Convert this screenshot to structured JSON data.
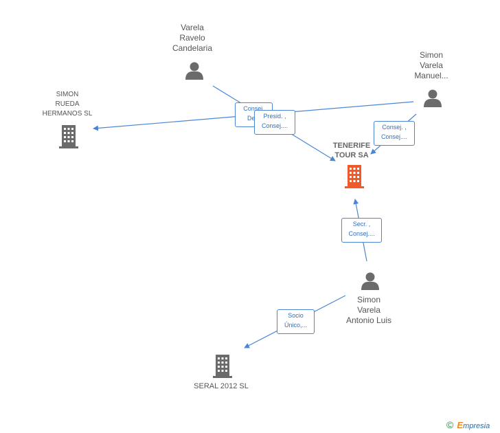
{
  "nodes": {
    "varela_ravelo": {
      "line1": "Varela",
      "line2": "Ravelo",
      "line3": "Candelaria"
    },
    "simon_varela_manuel": {
      "line1": "Simon",
      "line2": "Varela",
      "line3": "Manuel..."
    },
    "simon_rueda": {
      "line1": "SIMON",
      "line2": "RUEDA",
      "line3": "HERMANOS SL"
    },
    "tenerife_tour": {
      "line1": "TENERIFE",
      "line2": "TOUR SA"
    },
    "simon_varela_antonio": {
      "line1": "Simon",
      "line2": "Varela",
      "line3": "Antonio Luis"
    },
    "seral": {
      "line1": "SERAL 2012 SL"
    }
  },
  "edges": {
    "consej_de": {
      "line1": "Consej.",
      "line2": "De..."
    },
    "presid_consej": {
      "line1": "Presid. ,",
      "line2": "Consej...."
    },
    "consej_consej": {
      "line1": "Consej. ,",
      "line2": "Consej...."
    },
    "secr_consej": {
      "line1": "Secr. ,",
      "line2": "Consej...."
    },
    "socio_unico": {
      "line1": "Socio",
      "line2": "Único,..."
    }
  },
  "footer": {
    "copyright": "©",
    "brand_first": "E",
    "brand_rest": "mpresia"
  },
  "colors": {
    "edge": "#4a86d4",
    "person_icon": "#6b6b6b",
    "company_icon": "#6b6b6b",
    "main_company_icon": "#f0592a"
  }
}
